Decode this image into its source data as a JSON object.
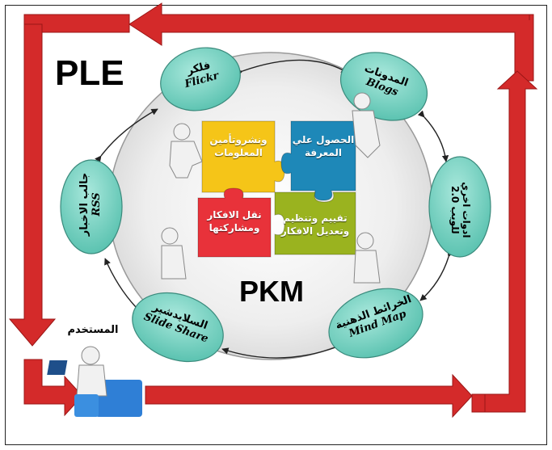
{
  "outer_label": "PLE",
  "center_label": "PKM",
  "user_label": "المستخدم",
  "nodes": [
    {
      "arabic": "فلكر",
      "english": "Flickr"
    },
    {
      "arabic": "المدونات",
      "english": "Blogs"
    },
    {
      "arabic": "ادوات اخري للويب 2.0",
      "english": ""
    },
    {
      "arabic": "الخرائط الذهنية",
      "english": "Mind Map"
    },
    {
      "arabic": "السلايدشير",
      "english": "Slide Share"
    },
    {
      "arabic": "جالب الاخبار",
      "english": "RSS"
    }
  ],
  "puzzle": [
    {
      "line1": "ونشروتأمين",
      "line2": "المعلومات",
      "color": "#f5c518"
    },
    {
      "line1": "الحصول علي",
      "line2": "المعرفة",
      "color": "#1e88b8"
    },
    {
      "line1": "نقل الافكار",
      "line2": "ومشاركتها",
      "color": "#e8323a"
    },
    {
      "line1": "تقييم وتنظيم",
      "line2": "وتعديل الافكار",
      "color": "#9ab31f"
    }
  ],
  "colors": {
    "node_fill": "#7fd6c6",
    "arrow": "#d42a2a",
    "ellipse": "#e2e2e2"
  }
}
